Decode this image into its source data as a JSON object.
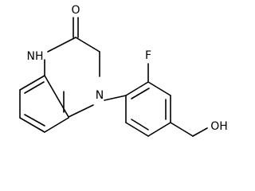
{
  "molecule": {
    "atoms": {
      "carbonyl_oxygen": "O",
      "amide_nh": "NH",
      "amine_n": "N",
      "fluorine": "F",
      "hydroxyl": "OH"
    }
  },
  "colors": {
    "bond": "#000000",
    "label": "#000000",
    "background": "#ffffff"
  }
}
